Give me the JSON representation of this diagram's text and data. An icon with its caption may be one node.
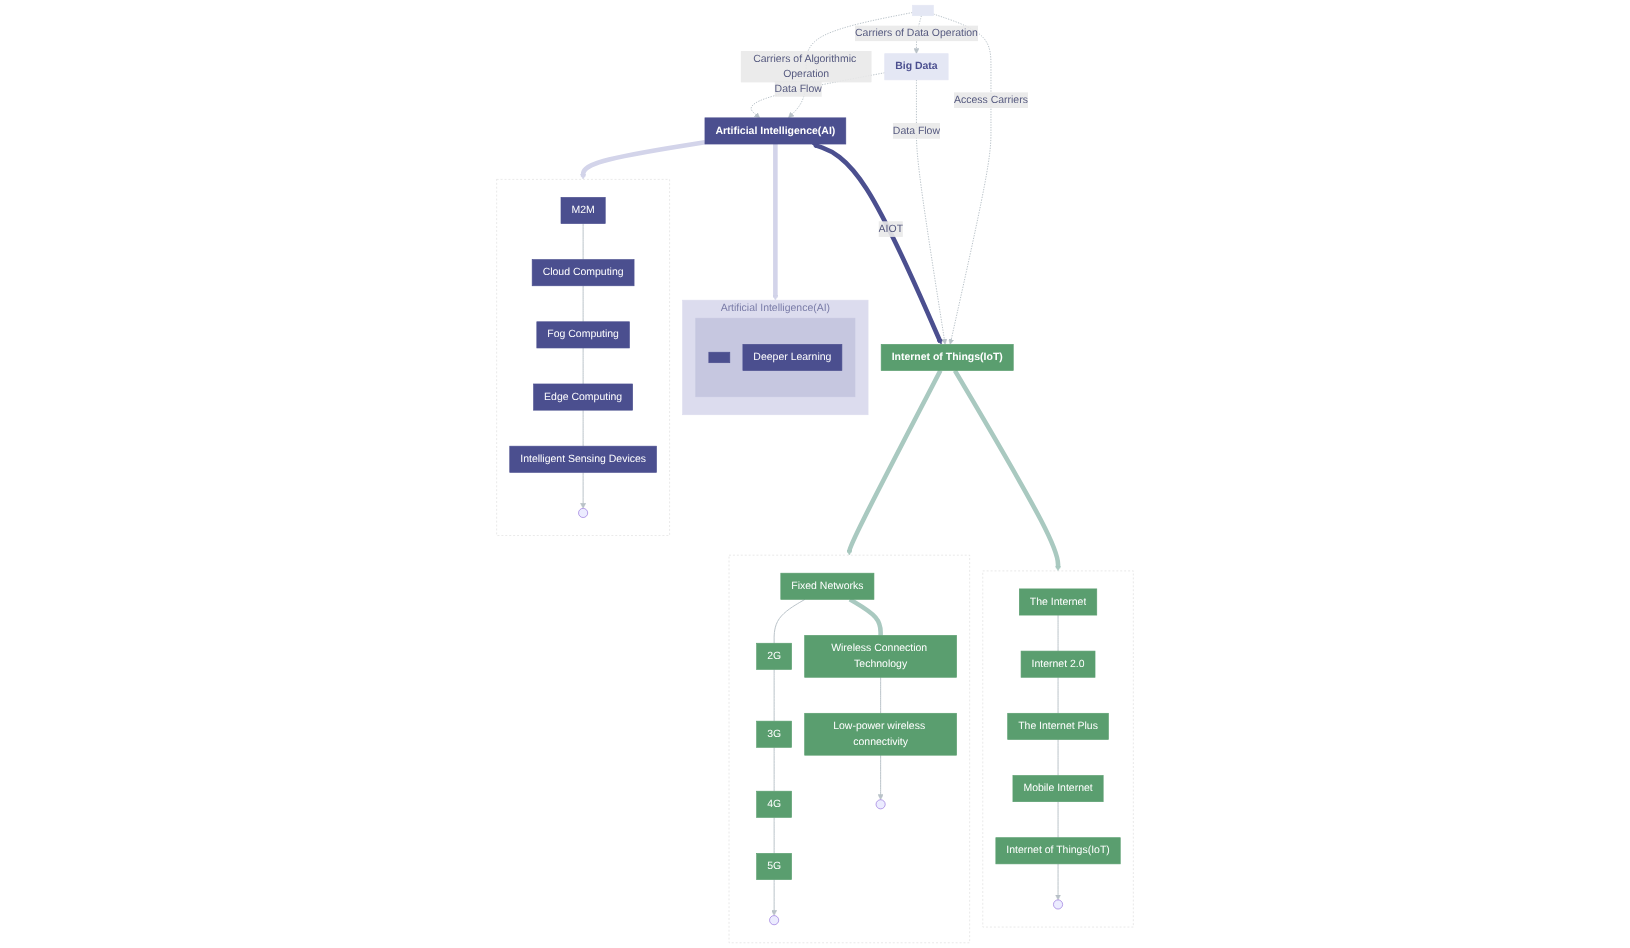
{
  "diagram": {
    "nodes": [
      {
        "text": [],
        "shape": "box"
      },
      {
        "text": [
          "Big Data"
        ]
      },
      {
        "text": [
          "Artificial Intelligence(AI)"
        ]
      },
      {
        "text": [
          "Internet of Things(IoT)"
        ]
      },
      {
        "text": [
          "Artificial Intelligence(AI)"
        ]
      },
      {
        "text": [],
        "shape": "box",
        "in": 4
      },
      {
        "text": [],
        "shape": "box",
        "in": 5
      },
      {
        "text": [
          "Deeper Learning"
        ],
        "in": 5
      },
      {
        "text": [],
        "shape": "box"
      },
      {
        "text": [
          "M2M"
        ],
        "in": 8
      },
      {
        "text": [
          "Cloud Computing"
        ],
        "in": 8
      },
      {
        "text": [
          "Fog Computing"
        ],
        "in": 8
      },
      {
        "text": [
          "Edge Computing"
        ],
        "in": 8
      },
      {
        "text": [
          "Intelligent Sensing Devices"
        ],
        "in": 8
      },
      {
        "text": [],
        "shape": "box"
      },
      {
        "text": [
          "Fixed Networks"
        ],
        "in": 14
      },
      {
        "text": [
          "2G"
        ],
        "in": 14
      },
      {
        "text": [
          "3G"
        ],
        "in": 14
      },
      {
        "text": [
          "4G"
        ],
        "in": 14
      },
      {
        "text": [
          "5G"
        ],
        "in": 14
      },
      {
        "text": [
          "Wireless Connection Technology"
        ],
        "in": 14
      },
      {
        "text": [
          "Low-power wireless connectivity"
        ],
        "in": 14
      },
      {
        "text": [],
        "shape": "box"
      },
      {
        "text": [
          "The Internet"
        ],
        "in": 22
      },
      {
        "text": [
          "Internet 2.0"
        ],
        "in": 22
      },
      {
        "text": [
          "The Internet Plus"
        ],
        "in": 22
      },
      {
        "text": [
          "Mobile Internet"
        ],
        "in": 22
      },
      {
        "text": [
          "Internet of Things(IoT)"
        ],
        "in": 22
      }
    ],
    "edges": [
      {
        "from": 0,
        "to": 2,
        "arrow": "to",
        "label": "Carriers of Algorithmic Operation",
        "style": "dashed"
      },
      {
        "from": 0,
        "to": 1,
        "arrow": "to",
        "label": "Carriers of Data Operation",
        "style": "dashed"
      },
      {
        "from": 0,
        "to": 3,
        "arrow": "to",
        "label": "Access Carriers",
        "style": "dashed"
      },
      {
        "from": 1,
        "to": 2,
        "arrow": "to",
        "label": "Data Flow",
        "style": "dashed"
      },
      {
        "from": 1,
        "to": 3,
        "arrow": "to",
        "label": "Data Flow",
        "style": "dashed"
      },
      {
        "from": 2,
        "to": 3,
        "arrow": "both",
        "label": "AIOT",
        "style": "thick",
        "color": "#4b4f8f"
      },
      {
        "from": 2,
        "to": 4,
        "arrow": "to",
        "style": "thick",
        "color": "#d3d4ea"
      },
      {
        "from": 2,
        "to": 8,
        "arrow": "to",
        "style": "thick",
        "color": "#d3d4ea"
      },
      {
        "from": 3,
        "to": 14,
        "arrow": "to",
        "style": "thick",
        "color": "#a9c9c0"
      },
      {
        "from": 3,
        "to": 22,
        "arrow": "to",
        "style": "thick",
        "color": "#a9c9c0"
      },
      {
        "from": 9,
        "to": 10,
        "arrow": "none"
      },
      {
        "from": 10,
        "to": 11,
        "arrow": "none"
      },
      {
        "from": 11,
        "to": 12,
        "arrow": "none"
      },
      {
        "from": 12,
        "to": 13,
        "arrow": "none"
      },
      {
        "from": 13,
        "to": null,
        "arrow": "to"
      },
      {
        "from": 15,
        "to": 16,
        "arrow": "none"
      },
      {
        "from": 16,
        "to": 17,
        "arrow": "none"
      },
      {
        "from": 17,
        "to": 18,
        "arrow": "none"
      },
      {
        "from": 18,
        "to": 19,
        "arrow": "none"
      },
      {
        "from": 19,
        "to": null,
        "arrow": "to"
      },
      {
        "from": 15,
        "to": 20,
        "arrow": "none",
        "style": "thick",
        "color": "#a9c9c0"
      },
      {
        "from": 20,
        "to": 21,
        "arrow": "none"
      },
      {
        "from": 21,
        "to": null,
        "arrow": "to"
      },
      {
        "from": 23,
        "to": 24,
        "arrow": "none"
      },
      {
        "from": 24,
        "to": 25,
        "arrow": "none"
      },
      {
        "from": 25,
        "to": 26,
        "arrow": "none"
      },
      {
        "from": 26,
        "to": 27,
        "arrow": "none"
      },
      {
        "from": 27,
        "to": null,
        "arrow": "to"
      }
    ]
  }
}
